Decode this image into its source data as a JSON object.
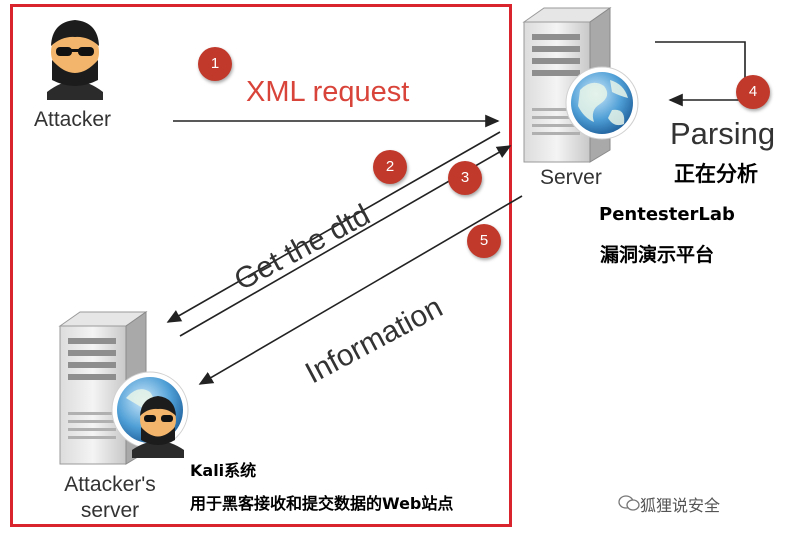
{
  "labels": {
    "attacker": "Attacker",
    "server": "Server",
    "attacker_server_line1": "Attacker's",
    "attacker_server_line2": "server",
    "xml_request": "XML request",
    "get_dtd": "Get the dtd",
    "information": "Information",
    "parsing": "Parsing"
  },
  "annotations": {
    "parsing_cn": "正在分析",
    "pentesterlab": "PentesterLab",
    "platform_cn": "漏洞演示平台",
    "kali": "Kali系统",
    "web_site": "用于黑客接收和提交数据的Web站点"
  },
  "steps": [
    "1",
    "2",
    "3",
    "4",
    "5"
  ],
  "watermark": "狐狸说安全",
  "colors": {
    "frame": "#d9232d",
    "badge": "#c0392b",
    "xml_text": "#d9443a",
    "arrow": "#222222"
  },
  "icons": [
    "hacker-icon",
    "server-icon",
    "globe-icon",
    "wechat-icon"
  ]
}
